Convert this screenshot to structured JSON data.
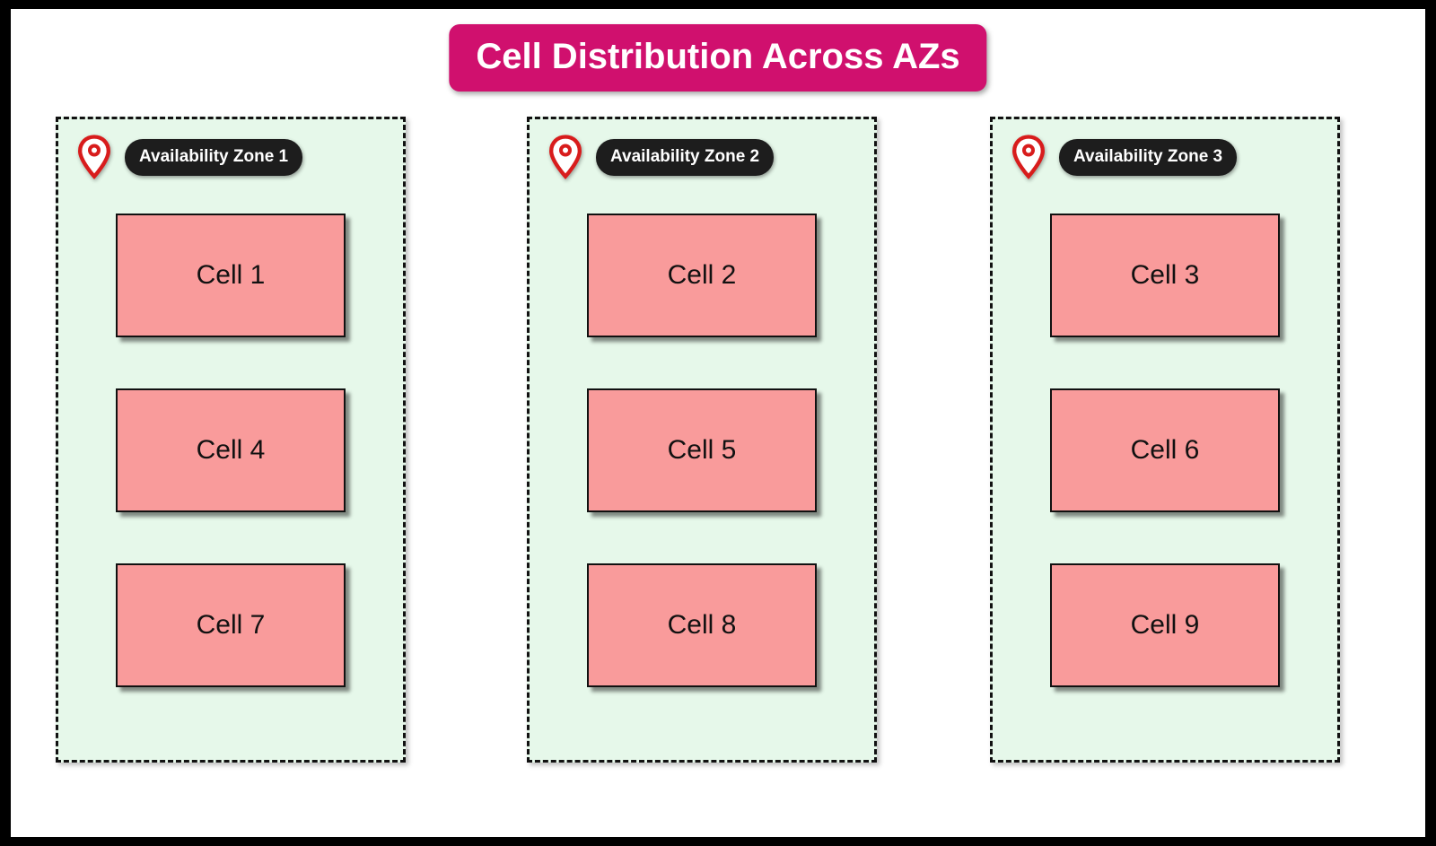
{
  "title": "Cell Distribution Across AZs",
  "colors": {
    "title_bg": "#d0106e",
    "zone_bg": "#e6f8ea",
    "cell_bg": "#f99b9b",
    "pin_red": "#e01b1b",
    "label_bg": "#1d1d1d"
  },
  "icons": {
    "pin": "location-pin-icon"
  },
  "zones": [
    {
      "label": "Availability Zone 1",
      "cells": [
        "Cell 1",
        "Cell 4",
        "Cell 7"
      ]
    },
    {
      "label": "Availability Zone 2",
      "cells": [
        "Cell 2",
        "Cell 5",
        "Cell 8"
      ]
    },
    {
      "label": "Availability Zone 3",
      "cells": [
        "Cell 3",
        "Cell 6",
        "Cell 9"
      ]
    }
  ]
}
